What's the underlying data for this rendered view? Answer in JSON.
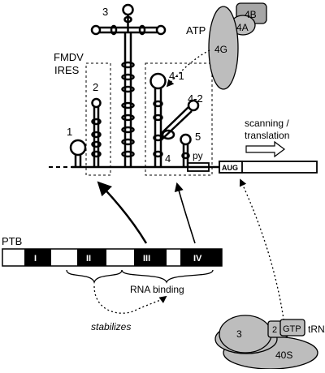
{
  "ires": {
    "title_line1": "FMDV",
    "title_line2": "IRES",
    "domains": [
      "1",
      "2",
      "3",
      "4-1",
      "4-2",
      "4",
      "5"
    ],
    "py": "py",
    "aug": "AUG"
  },
  "factors": {
    "atp": "ATP",
    "eif4b": "4B",
    "eif4a": "4A",
    "eif4g": "4G"
  },
  "scanning": {
    "line1": "scanning /",
    "line2": "translation"
  },
  "ptb": {
    "label": "PTB",
    "rrms": [
      "I",
      "II",
      "III",
      "IV"
    ],
    "rna_binding": "RNA binding",
    "stabilizes": "stabilizes"
  },
  "ribosome": {
    "eif3": "3",
    "eif2": "2",
    "gtp": "GTP",
    "trnai": "tRNAi",
    "subunit": "40S"
  },
  "colors": {
    "factor_fill": "#bdbdbd",
    "factor_dark": "#a6a6a6",
    "rrm_fill": "#000000",
    "line": "#000000"
  }
}
